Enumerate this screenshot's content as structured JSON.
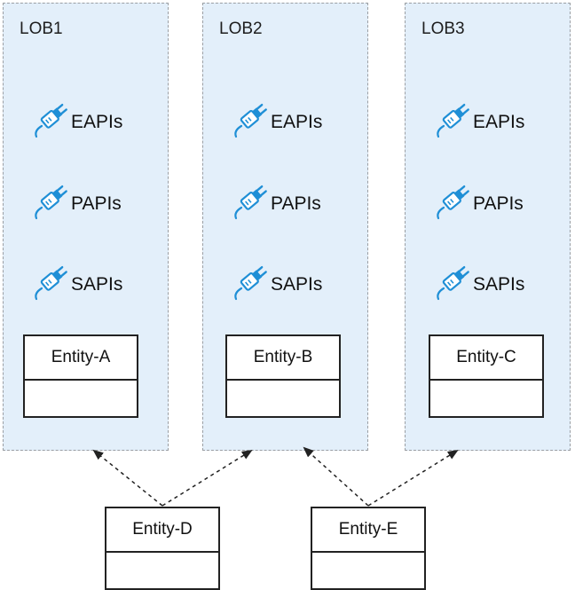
{
  "lobs": [
    {
      "title": "LOB1",
      "apis": [
        "EAPIs",
        "PAPIs",
        "SAPIs"
      ],
      "entity": "Entity-A"
    },
    {
      "title": "LOB2",
      "apis": [
        "EAPIs",
        "PAPIs",
        "SAPIs"
      ],
      "entity": "Entity-B"
    },
    {
      "title": "LOB3",
      "apis": [
        "EAPIs",
        "PAPIs",
        "SAPIs"
      ],
      "entity": "Entity-C"
    }
  ],
  "shared_entities": [
    "Entity-D",
    "Entity-E"
  ],
  "colors": {
    "lob_fill": "#e3effa",
    "lob_border": "#9a9ea3",
    "plug_icon": "#1f8fd6",
    "entity_border": "#222222",
    "arrow": "#222222"
  },
  "icons": {
    "api": "plug-icon"
  }
}
